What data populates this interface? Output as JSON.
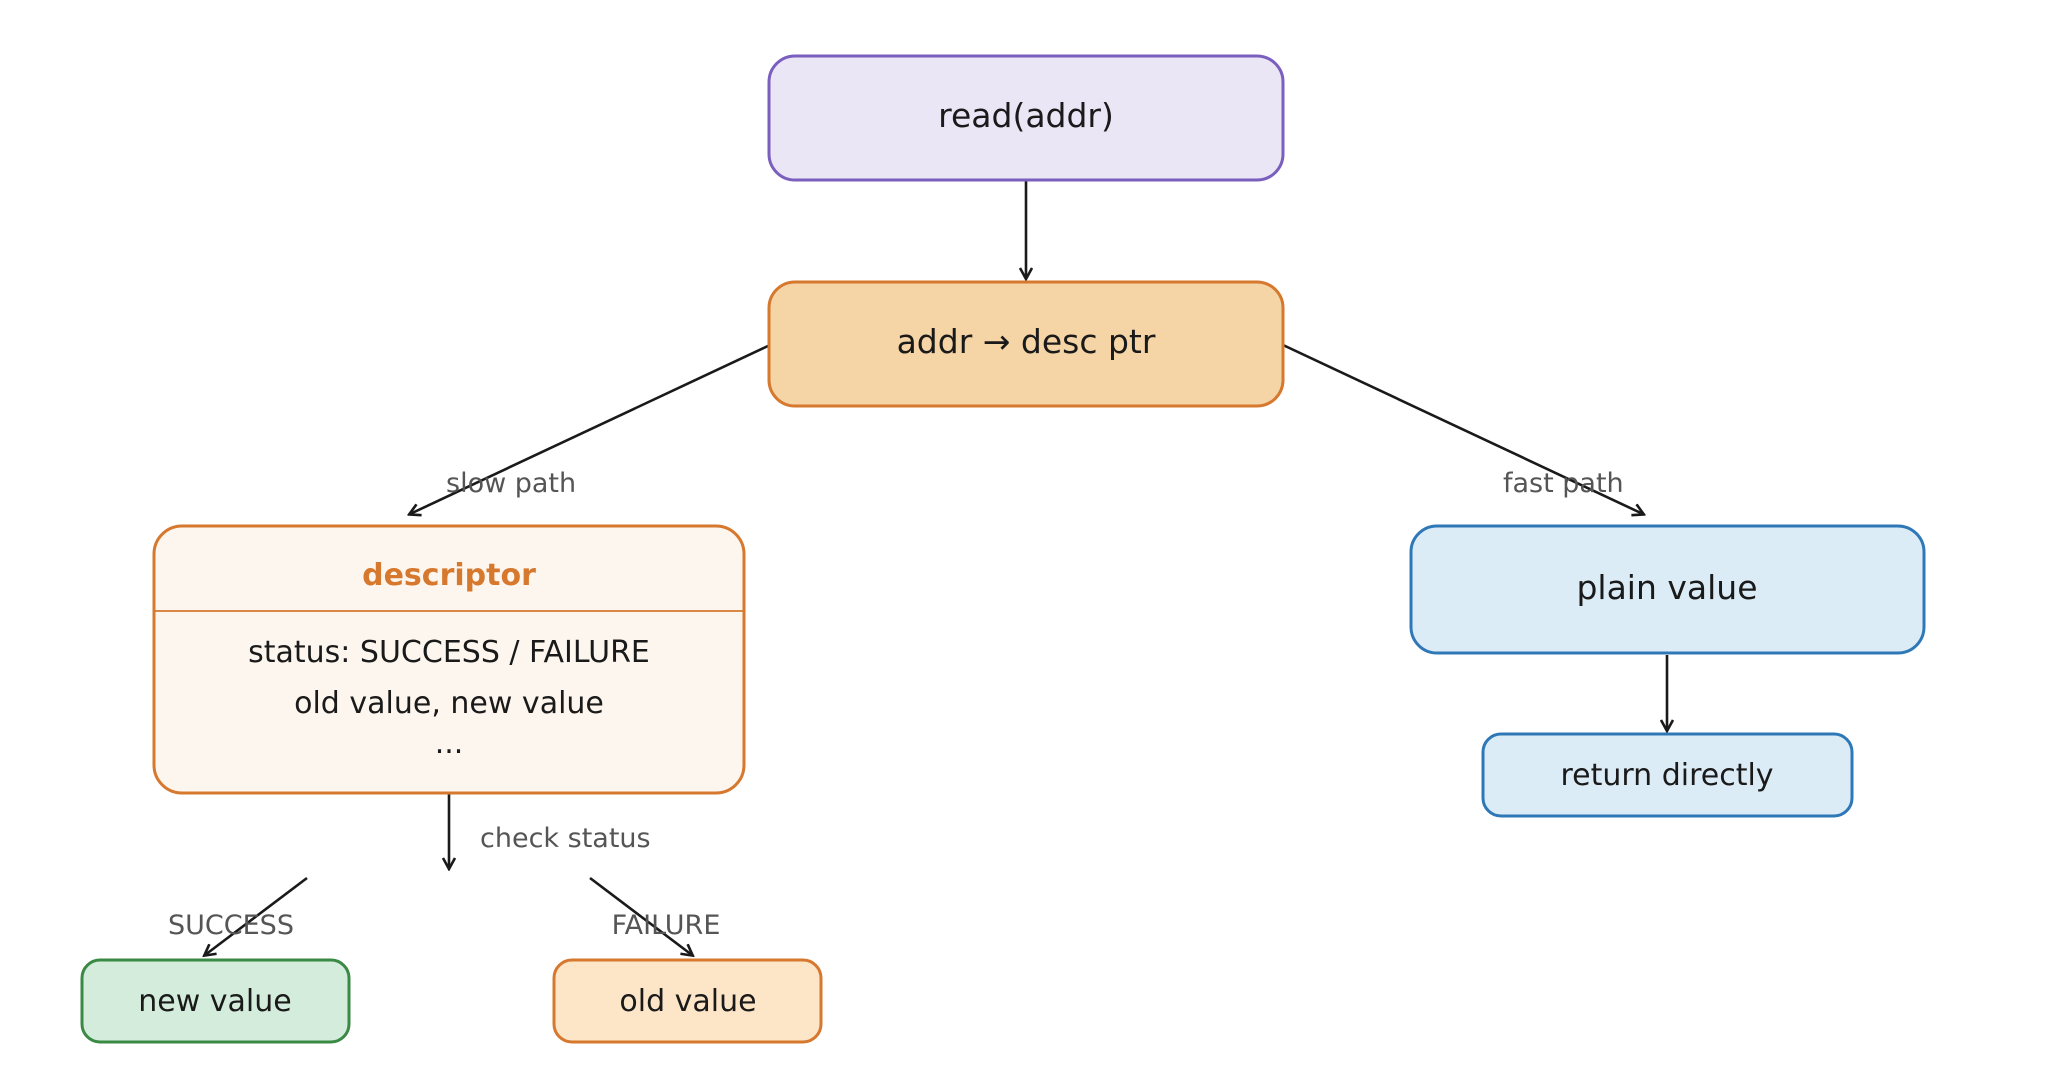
{
  "colors": {
    "edge": "#1a1a1a",
    "edge_label": "#555555",
    "read_fill": "#ebe6f6",
    "read_stroke": "#7a5fbf",
    "desc_ptr_fill": "#f5d4a6",
    "desc_ptr_stroke": "#d6782e",
    "descriptor_fill": "#fdf6ee",
    "descriptor_stroke": "#d6782e",
    "descriptor_title": "#d6782e",
    "plain_fill": "#dcecf6",
    "plain_stroke": "#2f78b8",
    "new_fill": "#d4ecdb",
    "new_stroke": "#3a8a45",
    "old_fill": "#fde5c8",
    "old_stroke": "#d6782e"
  },
  "nodes": {
    "read": {
      "label": "read(addr)"
    },
    "desc_ptr": {
      "label": "addr → desc ptr"
    },
    "descriptor": {
      "title": "descriptor",
      "lines": [
        "status: SUCCESS / FAILURE",
        "old value, new value",
        "..."
      ]
    },
    "plain_value": {
      "label": "plain value"
    },
    "return_directly": {
      "label": "return directly"
    },
    "new_value": {
      "label": "new value"
    },
    "old_value": {
      "label": "old value"
    }
  },
  "edges": {
    "slow_path": "slow path",
    "fast_path": "fast path",
    "check_status": "check status",
    "success": "SUCCESS",
    "failure": "FAILURE"
  }
}
